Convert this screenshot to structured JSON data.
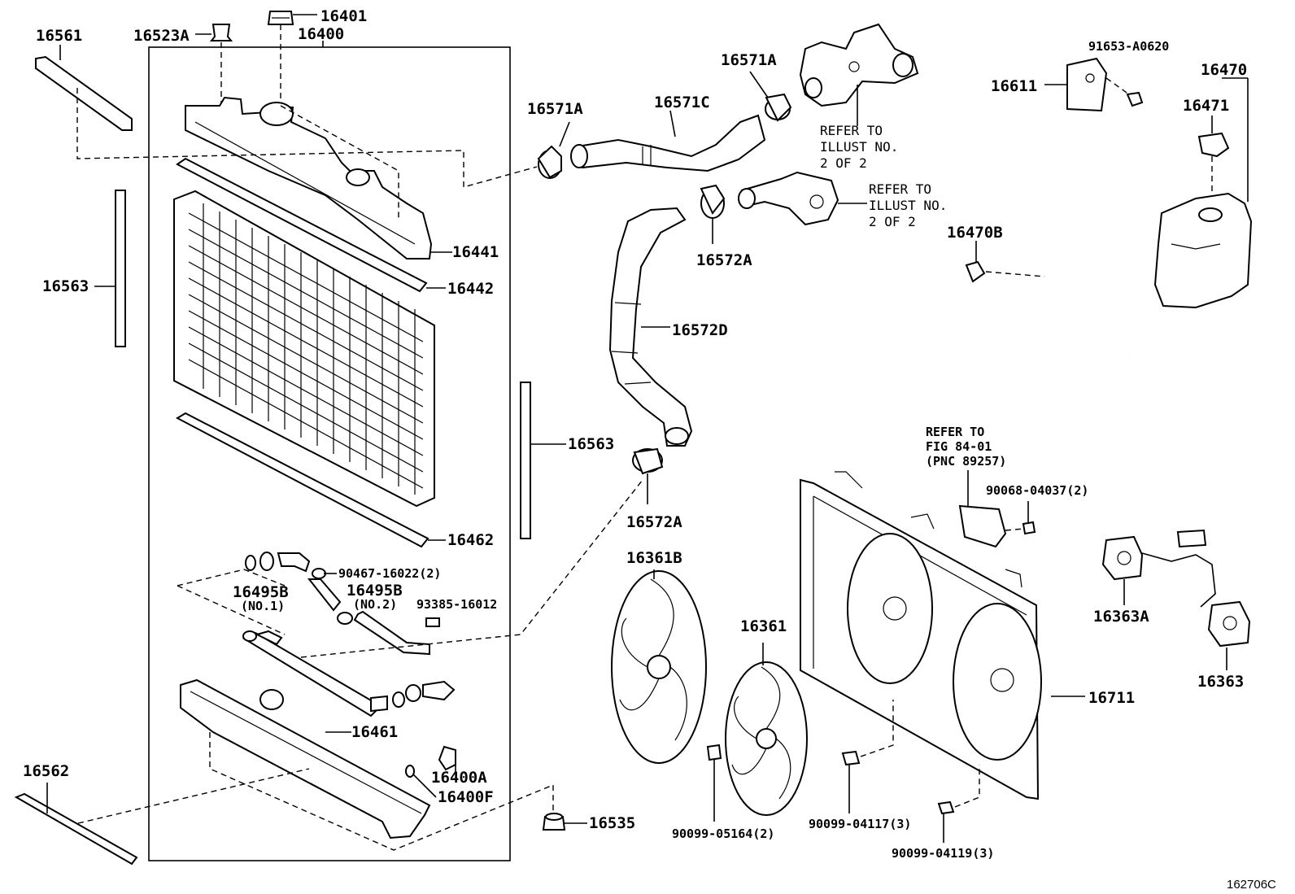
{
  "diagram_id": "162706C",
  "callouts": {
    "p16561": "16561",
    "p16523A": "16523A",
    "p16401": "16401",
    "p16400": "16400",
    "p16563_left": "16563",
    "p16441": "16441",
    "p16442": "16442",
    "p16563_mid": "16563",
    "p16462": "16462",
    "p90467": "90467-16022(2)",
    "p16495B_1": "16495B",
    "p16495B_1_sub": "(NO.1)",
    "p16495B_2": "16495B",
    "p16495B_2_sub": "(NO.2)",
    "p93385": "93385-16012",
    "p16461": "16461",
    "p16400A": "16400A",
    "p16400F": "16400F",
    "p16562": "16562",
    "p16535": "16535",
    "p16571A_left": "16571A",
    "p16571C": "16571C",
    "p16571A_top": "16571A",
    "p16572A_top": "16572A",
    "p16572D": "16572D",
    "p16572A_bottom": "16572A",
    "p16361B": "16361B",
    "p16361": "16361",
    "p90099_05164": "90099-05164(2)",
    "p90099_04117": "90099-04117(3)",
    "p90099_04119": "90099-04119(3)",
    "p16711": "16711",
    "p90068": "90068-04037(2)",
    "p16611": "16611",
    "p91653": "91653-A0620",
    "p16470": "16470",
    "p16471": "16471",
    "p16470B": "16470B",
    "p16363A": "16363A",
    "p16363": "16363"
  },
  "refer_notes": {
    "upper_1": "REFER TO",
    "upper_2": "ILLUST NO.",
    "upper_3": "2 OF 2",
    "lower_1": "REFER TO",
    "lower_2": "ILLUST NO.",
    "lower_3": "2 OF 2",
    "fig_1": "REFER TO",
    "fig_2": "FIG 84-01",
    "fig_3": "(PNC 89257)"
  }
}
